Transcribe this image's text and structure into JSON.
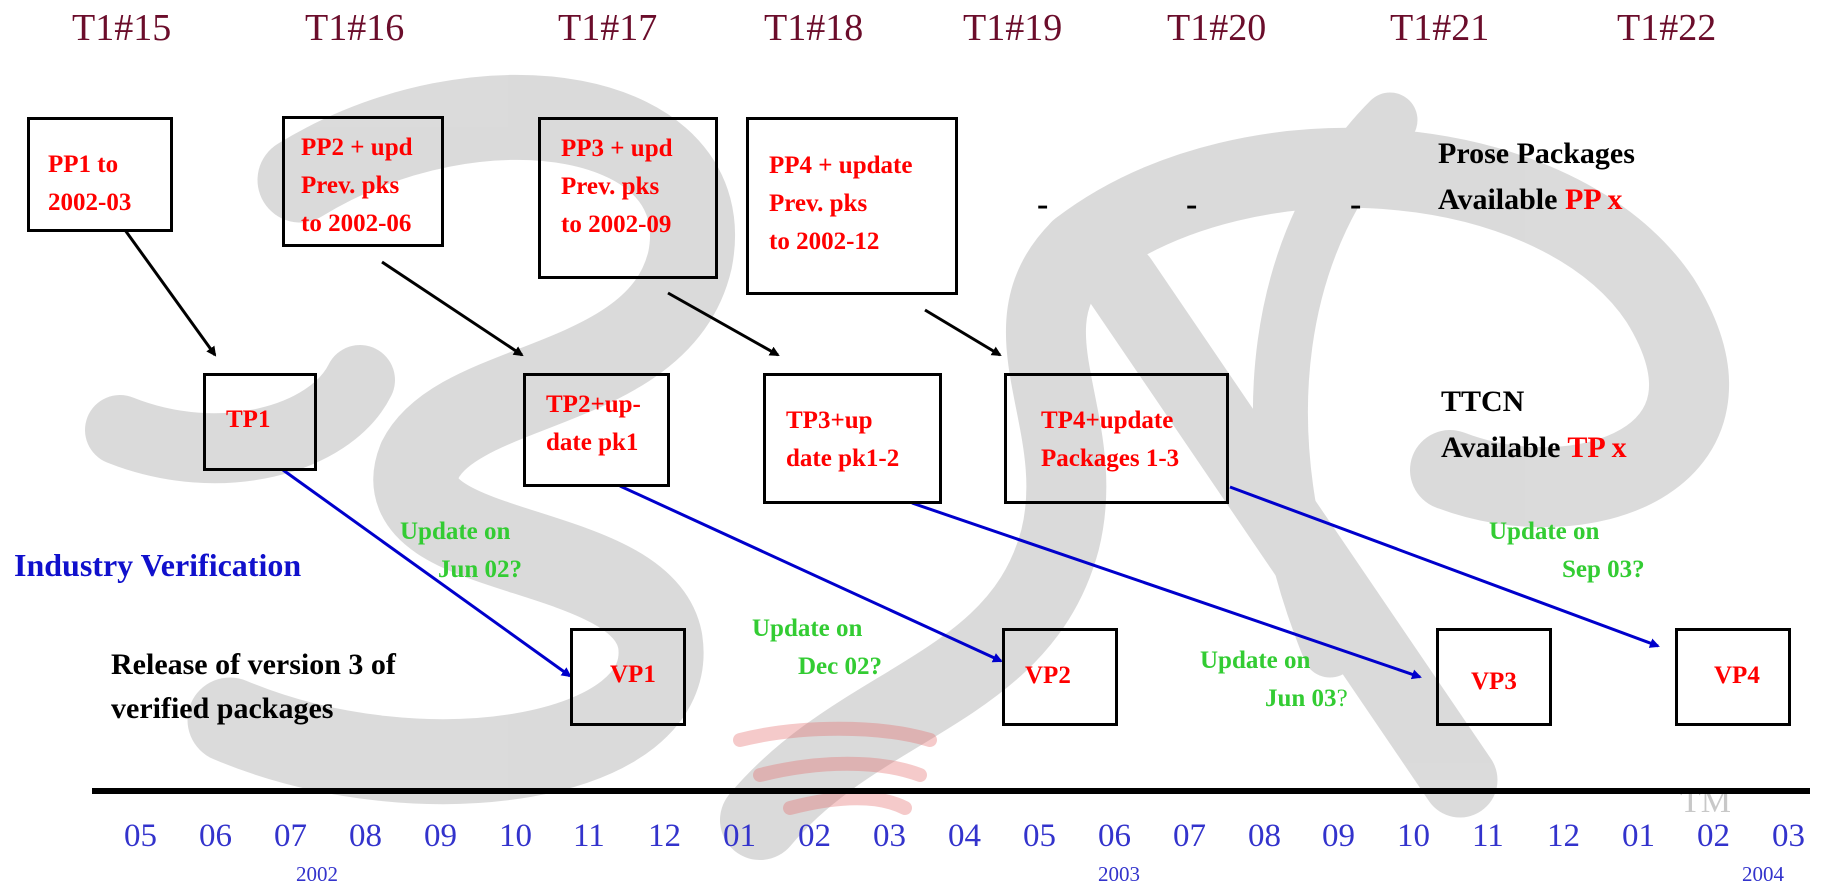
{
  "meetings": [
    "T1#15",
    "T1#16",
    "T1#17",
    "T1#18",
    "T1#19",
    "T1#20",
    "T1#21",
    "T1#22"
  ],
  "prose_packages": [
    {
      "lines": [
        "PP1 to",
        "2002-03"
      ]
    },
    {
      "lines": [
        "PP2 + upd",
        "Prev. pks",
        "to 2002-06"
      ]
    },
    {
      "lines": [
        "PP3 + upd",
        "Prev. pks",
        "to 2002-09"
      ]
    },
    {
      "lines": [
        "PP4 + update",
        "Prev. pks",
        "to 2002-12"
      ]
    }
  ],
  "dashes": [
    "-",
    "-",
    "-"
  ],
  "ttcn_packages": [
    {
      "lines": [
        "TP1"
      ]
    },
    {
      "lines": [
        "TP2+up-",
        "date pk1"
      ]
    },
    {
      "lines": [
        "TP3+up",
        "date pk1-2"
      ]
    },
    {
      "lines": [
        "TP4+update",
        "Packages 1-3"
      ]
    }
  ],
  "verified_packages": [
    {
      "lines": [
        "VP1"
      ]
    },
    {
      "lines": [
        "VP2"
      ]
    },
    {
      "lines": [
        "VP3"
      ]
    },
    {
      "lines": [
        "VP4"
      ]
    }
  ],
  "legend": {
    "prose_line1": "Prose Packages",
    "prose_line2_prefix": "Available ",
    "prose_line2_red": "PP x",
    "ttcn_line1": "TTCN",
    "ttcn_line2_prefix": "Available ",
    "ttcn_line2_red": "TP x"
  },
  "industry_verification": "Industry Verification",
  "release_text": [
    "Release of version 3 of",
    "verified packages"
  ],
  "updates": [
    {
      "line1": "Update on",
      "line2": "Jun 02?"
    },
    {
      "line1": "Update on",
      "line2": "Dec 02?"
    },
    {
      "line1": "Update on",
      "line2": "Jun 03",
      "suffix": "?"
    },
    {
      "line1": "Update on",
      "line2": "Sep 03?"
    }
  ],
  "timeline": {
    "months": [
      "05",
      "06",
      "07",
      "08",
      "09",
      "10",
      "11",
      "12",
      "01",
      "02",
      "03",
      "04",
      "05",
      "06",
      "07",
      "08",
      "09",
      "10",
      "11",
      "12",
      "01",
      "02",
      "03"
    ],
    "years": [
      "2002",
      "2003",
      "2004"
    ]
  },
  "trademark": "TM",
  "colors": {
    "meeting_label": "#6b0d2b",
    "package_text": "#ff0000",
    "update_text": "#33cc33",
    "verification_arrows": "#0000cc",
    "timeline_text": "#3333cc",
    "watermark": "#bdbdbd"
  }
}
